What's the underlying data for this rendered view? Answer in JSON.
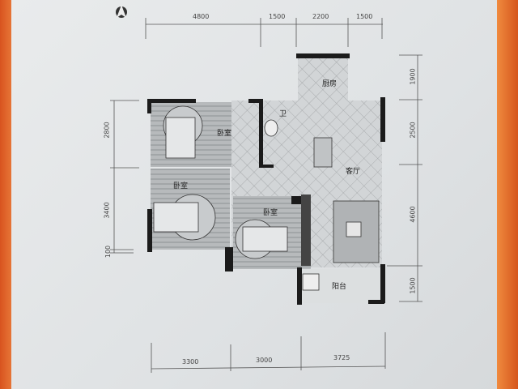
{
  "dimensions": {
    "top": [
      "4800",
      "1500",
      "2200",
      "1500"
    ],
    "left": [
      "2800",
      "3400",
      "100"
    ],
    "right": [
      "1900",
      "2500",
      "4600",
      "1500"
    ],
    "bottom": [
      "3300",
      "3000",
      "3725"
    ]
  },
  "rooms": {
    "kitchen": "厨房",
    "bathroom": "卫",
    "bedroom_1": "卧室",
    "bedroom_2": "卧室",
    "bedroom_3": "卧室",
    "living_room": "客厅",
    "balcony": "阳台"
  },
  "colors": {
    "wall": "#1a1a1a",
    "floor_wood": "#b9bcbe",
    "floor_tile": "#d3d6d8",
    "sheet_edge": "#e0662a"
  }
}
